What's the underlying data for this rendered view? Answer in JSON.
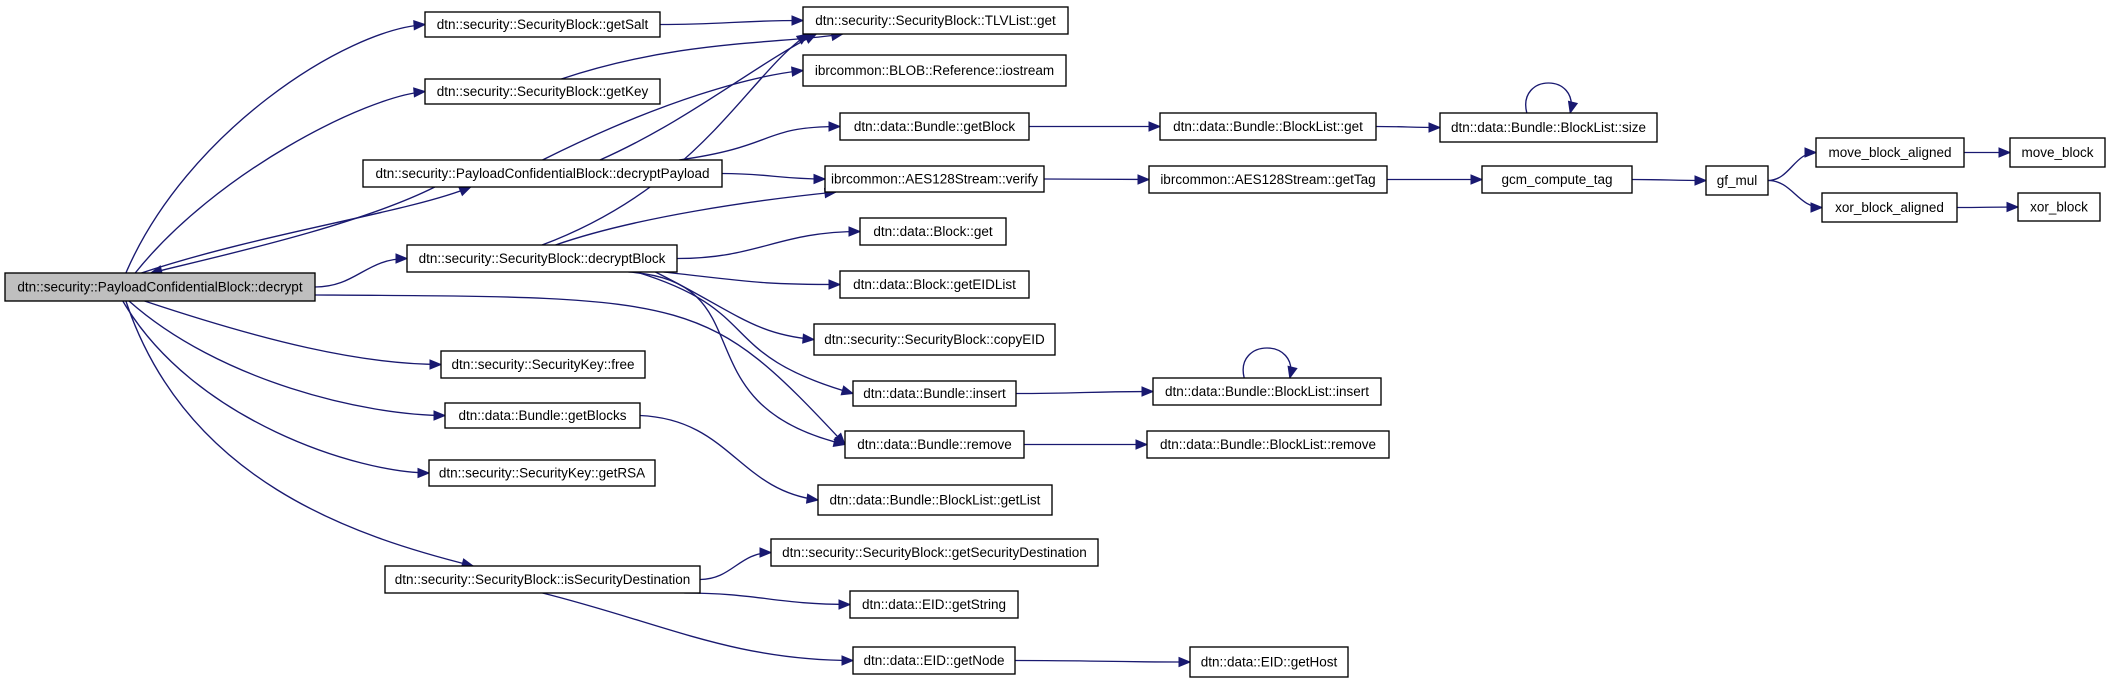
{
  "diagram": {
    "type": "call-graph",
    "colors": {
      "edge": "#191970",
      "node_border": "#000000",
      "node_fill": "#ffffff",
      "root_fill": "#bfbfbf",
      "text": "#000000"
    },
    "nodes": [
      {
        "id": "root",
        "label": "dtn::security::PayloadConfidentialBlock::decrypt"
      },
      {
        "id": "getSalt",
        "label": "dtn::security::SecurityBlock::getSalt"
      },
      {
        "id": "getKey",
        "label": "dtn::security::SecurityBlock::getKey"
      },
      {
        "id": "decryptPayload",
        "label": "dtn::security::PayloadConfidentialBlock::decryptPayload"
      },
      {
        "id": "decryptBlock",
        "label": "dtn::security::SecurityBlock::decryptBlock"
      },
      {
        "id": "skFree",
        "label": "dtn::security::SecurityKey::free"
      },
      {
        "id": "getBlocks",
        "label": "dtn::data::Bundle::getBlocks"
      },
      {
        "id": "getRSA",
        "label": "dtn::security::SecurityKey::getRSA"
      },
      {
        "id": "isSecDest",
        "label": "dtn::security::SecurityBlock::isSecurityDestination"
      },
      {
        "id": "tlvGet",
        "label": "dtn::security::SecurityBlock::TLVList::get"
      },
      {
        "id": "blobIostream",
        "label": "ibrcommon::BLOB::Reference::iostream"
      },
      {
        "id": "bundleGetBlock",
        "label": "dtn::data::Bundle::getBlock"
      },
      {
        "id": "aesVerify",
        "label": "ibrcommon::AES128Stream::verify"
      },
      {
        "id": "blockGet",
        "label": "dtn::data::Block::get"
      },
      {
        "id": "blockGetEIDList",
        "label": "dtn::data::Block::getEIDList"
      },
      {
        "id": "copyEID",
        "label": "dtn::security::SecurityBlock::copyEID"
      },
      {
        "id": "bundleInsert",
        "label": "dtn::data::Bundle::insert"
      },
      {
        "id": "bundleRemove",
        "label": "dtn::data::Bundle::remove"
      },
      {
        "id": "blGetList",
        "label": "dtn::data::Bundle::BlockList::getList"
      },
      {
        "id": "getSecDest",
        "label": "dtn::security::SecurityBlock::getSecurityDestination"
      },
      {
        "id": "eidGetString",
        "label": "dtn::data::EID::getString"
      },
      {
        "id": "eidGetNode",
        "label": "dtn::data::EID::getNode"
      },
      {
        "id": "blGet",
        "label": "dtn::data::Bundle::BlockList::get"
      },
      {
        "id": "blSize",
        "label": "dtn::data::Bundle::BlockList::size"
      },
      {
        "id": "aesGetTag",
        "label": "ibrcommon::AES128Stream::getTag"
      },
      {
        "id": "gcmComputeTag",
        "label": "gcm_compute_tag"
      },
      {
        "id": "gfMul",
        "label": "gf_mul"
      },
      {
        "id": "moveBlockAligned",
        "label": "move_block_aligned"
      },
      {
        "id": "moveBlock",
        "label": "move_block"
      },
      {
        "id": "xorBlockAligned",
        "label": "xor_block_aligned"
      },
      {
        "id": "xorBlock",
        "label": "xor_block"
      },
      {
        "id": "blInsert",
        "label": "dtn::data::Bundle::BlockList::insert"
      },
      {
        "id": "blRemove",
        "label": "dtn::data::Bundle::BlockList::remove"
      },
      {
        "id": "eidGetHost",
        "label": "dtn::data::EID::getHost"
      }
    ],
    "edges": [
      {
        "from": "root",
        "to": "getSalt"
      },
      {
        "from": "root",
        "to": "getKey"
      },
      {
        "from": "root",
        "to": "decryptPayload"
      },
      {
        "from": "root",
        "to": "decryptBlock"
      },
      {
        "from": "root",
        "to": "skFree"
      },
      {
        "from": "root",
        "to": "getBlocks"
      },
      {
        "from": "root",
        "to": "getRSA"
      },
      {
        "from": "root",
        "to": "isSecDest"
      },
      {
        "from": "root",
        "to": "bundleRemove"
      },
      {
        "from": "getSalt",
        "to": "tlvGet"
      },
      {
        "from": "getKey",
        "to": "tlvGet"
      },
      {
        "from": "decryptPayload",
        "to": "root"
      },
      {
        "from": "decryptPayload",
        "to": "tlvGet"
      },
      {
        "from": "decryptPayload",
        "to": "blobIostream"
      },
      {
        "from": "decryptPayload",
        "to": "bundleGetBlock"
      },
      {
        "from": "decryptPayload",
        "to": "aesVerify"
      },
      {
        "from": "decryptBlock",
        "to": "tlvGet"
      },
      {
        "from": "decryptBlock",
        "to": "aesVerify"
      },
      {
        "from": "decryptBlock",
        "to": "blockGet"
      },
      {
        "from": "decryptBlock",
        "to": "blockGetEIDList"
      },
      {
        "from": "decryptBlock",
        "to": "copyEID"
      },
      {
        "from": "decryptBlock",
        "to": "bundleInsert"
      },
      {
        "from": "decryptBlock",
        "to": "bundleRemove"
      },
      {
        "from": "getBlocks",
        "to": "blGetList"
      },
      {
        "from": "isSecDest",
        "to": "getSecDest"
      },
      {
        "from": "isSecDest",
        "to": "eidGetString"
      },
      {
        "from": "isSecDest",
        "to": "eidGetNode"
      },
      {
        "from": "bundleGetBlock",
        "to": "blGet"
      },
      {
        "from": "blGet",
        "to": "blSize"
      },
      {
        "from": "blSize",
        "to": "blSize"
      },
      {
        "from": "aesVerify",
        "to": "aesGetTag"
      },
      {
        "from": "aesGetTag",
        "to": "gcmComputeTag"
      },
      {
        "from": "gcmComputeTag",
        "to": "gfMul"
      },
      {
        "from": "gfMul",
        "to": "moveBlockAligned"
      },
      {
        "from": "gfMul",
        "to": "xorBlockAligned"
      },
      {
        "from": "moveBlockAligned",
        "to": "moveBlock"
      },
      {
        "from": "xorBlockAligned",
        "to": "xorBlock"
      },
      {
        "from": "bundleInsert",
        "to": "blInsert"
      },
      {
        "from": "blInsert",
        "to": "blInsert"
      },
      {
        "from": "bundleRemove",
        "to": "blRemove"
      },
      {
        "from": "eidGetNode",
        "to": "eidGetHost"
      }
    ]
  }
}
